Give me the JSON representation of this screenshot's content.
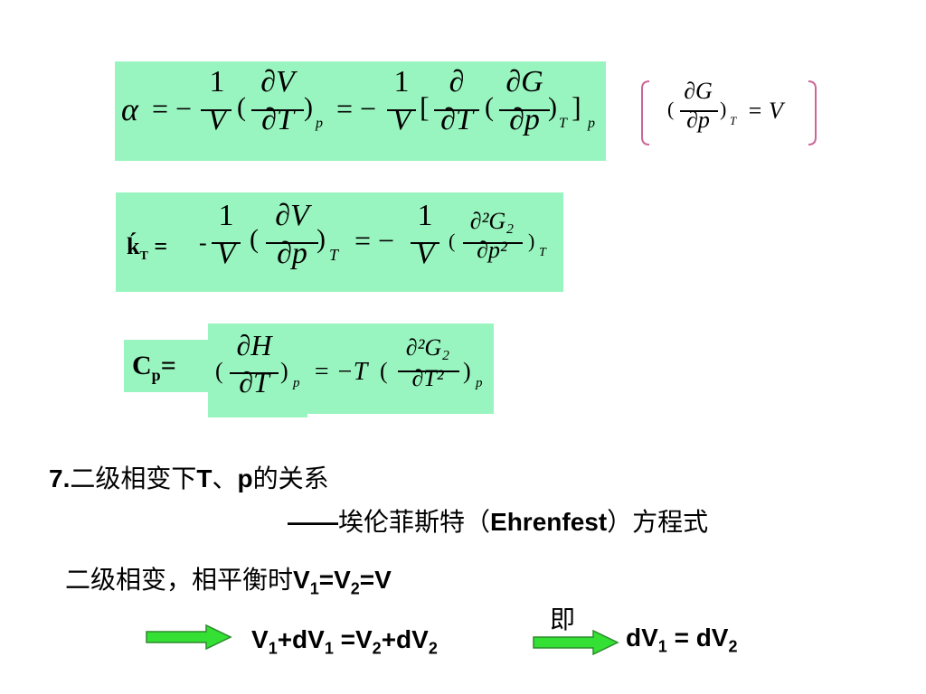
{
  "eq_alpha": {
    "alpha": "α",
    "eq1": "= −",
    "num1": "1",
    "den1": "V",
    "lpar1": "(",
    "dnum1": "∂V",
    "dden1": "∂T",
    "rpar1": ")",
    "sub1": "p",
    "eq2": "= −",
    "num2": "1",
    "den2": "V",
    "lbr": "[",
    "dnum2": "∂",
    "dden2": "∂T",
    "lpar2": "(",
    "dnum3": "∂G",
    "dden3": "∂p",
    "rpar2": ")",
    "subT": "T",
    "rbr": "]",
    "sub2": "p"
  },
  "eq_side": {
    "lpar": "(",
    "num": "∂G",
    "den": "∂p",
    "rpar": ")",
    "sub": "T",
    "eq": "= V"
  },
  "eq_kappa": {
    "label": "ḱ",
    "label_sub": "T",
    "label_eq": " =",
    "minus": "-",
    "num1": "1",
    "den1": "V",
    "lpar1": "(",
    "dnum1": "∂V",
    "dden1": "∂p",
    "rpar1": ")",
    "sub1": "T",
    "eq2": "= −",
    "num2": "1",
    "den2": "V",
    "lpar2": "(",
    "dnum2": "∂²G₂",
    "dden2": "∂p²",
    "rpar2": ")",
    "sub2": "T"
  },
  "eq_cp": {
    "label": "C",
    "label_sub": "p",
    "label_eq": "=",
    "lpar1": "(",
    "dnum1": "∂H",
    "dden1": "∂T",
    "rpar1": ")",
    "sub1": "p",
    "eq2": "= −T",
    "lpar2": "(",
    "dnum2": "∂²G₂",
    "dden2": "∂T²",
    "rpar2": ")",
    "sub2": "p"
  },
  "section": {
    "heading_num": "7.",
    "heading_text": "二级相变下",
    "heading_T": "T",
    "heading_sep": "、",
    "heading_p": "p",
    "heading_rest": "的关系",
    "subtitle_dash": "——",
    "subtitle_text": "埃伦菲斯特（",
    "subtitle_en": "Ehrenfest",
    "subtitle_end": "）方程式"
  },
  "statement": {
    "text": "二级相变，相平衡时",
    "V": "V",
    "s1": "1",
    "eq1": "=V",
    "s2": "2",
    "eq2": "=V"
  },
  "derivation": {
    "ji": "即",
    "a_V": "V",
    "a_s1": "1",
    "a_plus": "+dV",
    "a_s1b": "1",
    "a_eq": " =V",
    "a_s2": "2",
    "a_plus2": "+dV",
    "a_s2b": "2",
    "b_dV": "dV",
    "b_s1": "1",
    "b_eq": " = dV",
    "b_s2": "2"
  },
  "colors": {
    "box": "#99f5bf",
    "arrow": "#33e033",
    "bracket": "#cc6699"
  }
}
